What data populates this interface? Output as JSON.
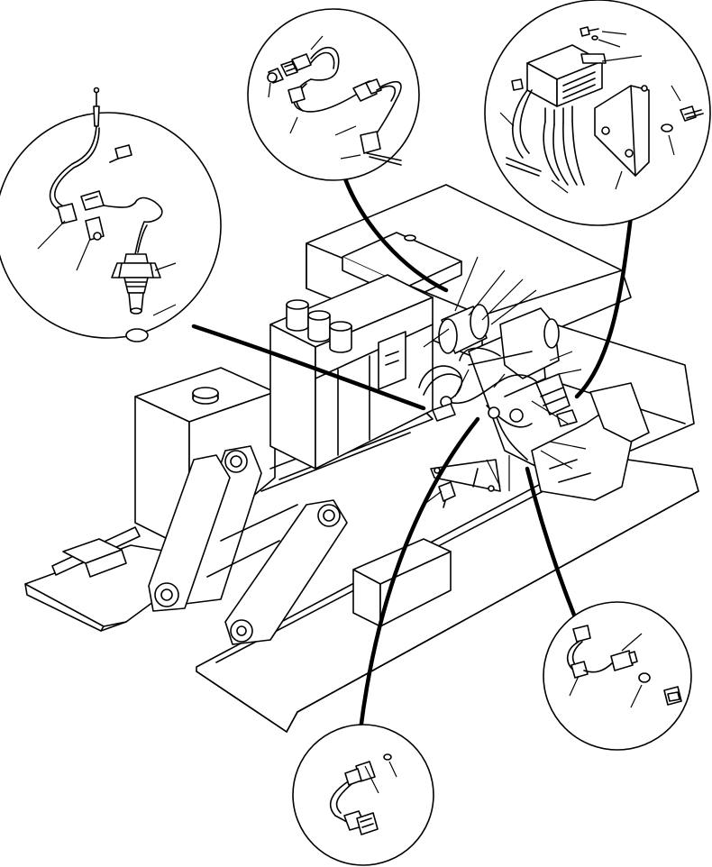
{
  "figure": {
    "colors": {
      "line": "#000000",
      "background": "#ffffff"
    },
    "detail_views": [
      "detail-left-pressure-switch",
      "detail-top-sensor-harness",
      "detail-top-right-relay",
      "detail-bottom-right-sensor",
      "detail-bottom-sensor"
    ]
  }
}
